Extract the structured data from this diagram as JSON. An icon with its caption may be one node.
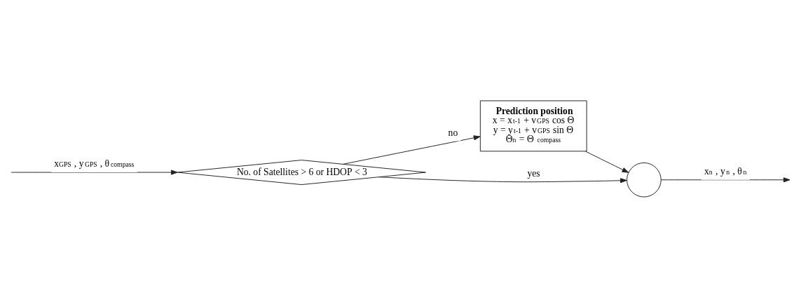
{
  "diagram": {
    "nodes": [
      {
        "text": [
          "No. of Satellites > 6 or HDOP < 3"
        ]
      },
      {
        "text": [
          "Prediction position",
          "x = x$_{t-1}$ + v$_{GPS}$ cos Θ",
          "y = y$_{t-1}$ + v$_{GPS}$ sin Θ",
          "Θ$_{n}$ = Θ $_{compass}$"
        ]
      },
      {
        "text": [],
        "shape": "circle"
      }
    ],
    "edges": [
      {
        "from": null,
        "to": 0,
        "arrow": "to",
        "label": "x$_{GPS}$ , y$_{GPS}$ , θ$_{compass}$"
      },
      {
        "from": 0,
        "to": 2,
        "arrow": "to",
        "label": "yes"
      },
      {
        "from": 0,
        "to": 1,
        "arrow": "to",
        "label": "no"
      },
      {
        "from": 1,
        "to": 2,
        "arrow": "to"
      },
      {
        "from": 2,
        "to": null,
        "arrow": "to",
        "label": "x$_{n}$ , y$_{n}$ , θ$_{n}$"
      }
    ]
  }
}
